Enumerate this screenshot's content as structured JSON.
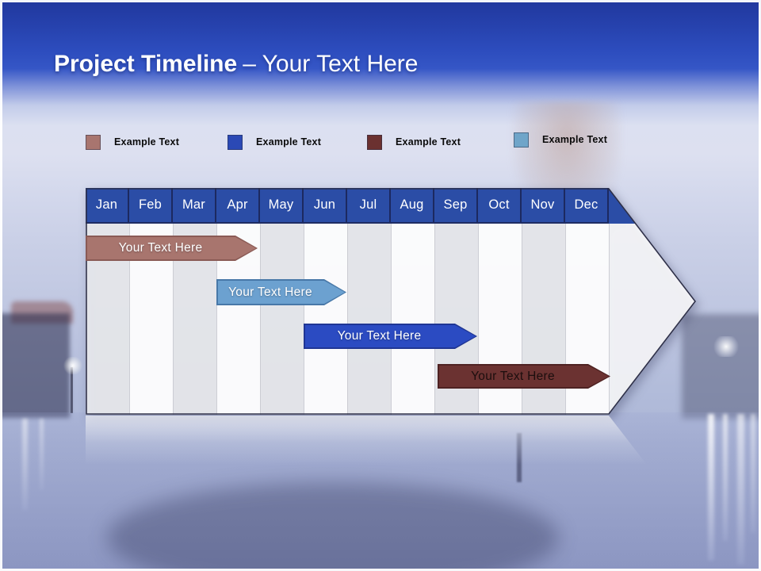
{
  "slide": {
    "title": {
      "bold": "Project Timeline",
      "regular": "– Your Text Here"
    }
  },
  "legend": {
    "items": [
      {
        "label": "Example Text",
        "color": "#A8756F"
      },
      {
        "label": "Example Text",
        "color": "#2B49B5"
      },
      {
        "label": "Example Text",
        "color": "#6B3130"
      },
      {
        "label": "Example Text",
        "color": "#6FA5C9"
      }
    ]
  },
  "chart_data": {
    "type": "bar",
    "subtype": "project-timeline-gantt",
    "title": "Project Timeline – Your Text Here",
    "months": [
      "Jan",
      "Feb",
      "Mar",
      "Apr",
      "May",
      "Jun",
      "Jul",
      "Aug",
      "Sep",
      "Oct",
      "Nov",
      "Dec"
    ],
    "header_color": "#2B4DA6",
    "bars": [
      {
        "label": "Your Text Here",
        "start": "Jan",
        "end": "Mar",
        "row": 1,
        "fill": "#A8756E",
        "border": "#8A5A55",
        "text_color": "#FFFFFF"
      },
      {
        "label": "Your Text Here",
        "start": "Apr",
        "end": "May",
        "row": 2,
        "fill": "#6CA1D0",
        "border": "#4878A8",
        "text_color": "#FFFFFF"
      },
      {
        "label": "Your Text Here",
        "start": "Jun",
        "end": "Sep",
        "row": 3,
        "fill": "#2B4BC2",
        "border": "#203694",
        "text_color": "#FFFFFF"
      },
      {
        "label": "Your Text Here",
        "start": "Sep",
        "end": "Dec",
        "row": 4,
        "fill": "#6B3231",
        "border": "#4E2222",
        "text_color": "#1C0E0E"
      }
    ]
  }
}
